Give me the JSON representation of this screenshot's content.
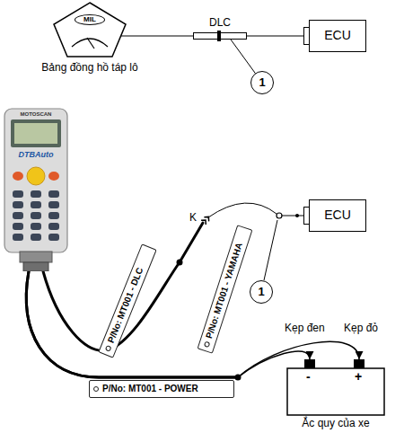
{
  "diagram": {
    "nodes": [
      {
        "text": [
          "Bảng đồng hồ táp lô"
        ]
      },
      {
        "text": [
          "MIL"
        ],
        "in": 0
      },
      {
        "text": [
          "DLC"
        ]
      },
      {
        "text": [
          "ECU"
        ]
      },
      {
        "text": [
          "1"
        ]
      },
      {
        "text": [
          "MOTOSCAN",
          "DTBAuto"
        ]
      },
      {
        "text": [
          "P/No: MT001 - DLC"
        ]
      },
      {
        "text": [
          "P/No: MT001 - YAMAHA"
        ]
      },
      {
        "text": [
          "ECU"
        ]
      },
      {
        "text": [
          "1"
        ]
      },
      {
        "text": [
          "P/No: MT001 - POWER"
        ]
      },
      {
        "text": [
          "-",
          "+",
          "Ắc quy của xe"
        ]
      }
    ],
    "edges": [
      {
        "from": 0,
        "to": 2,
        "arrow": "none"
      },
      {
        "from": 2,
        "to": 3,
        "arrow": "none"
      },
      {
        "from": 4,
        "to": 2,
        "arrow": "none"
      },
      {
        "from": 5,
        "to": 8,
        "label": "K",
        "arrow": "none"
      },
      {
        "from": 5,
        "to": 11,
        "arrow": "to"
      },
      {
        "from": 5,
        "to": 11,
        "arrow": "to"
      }
    ],
    "labels": [
      "Kẹp đen",
      "Kẹp đỏ"
    ]
  }
}
